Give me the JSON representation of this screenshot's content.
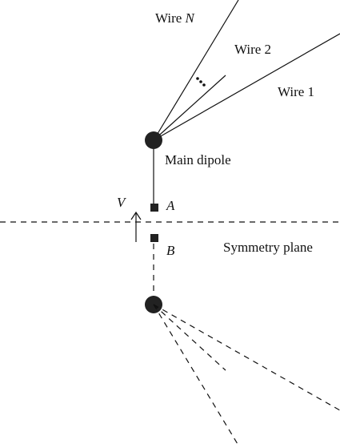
{
  "labels": {
    "wire_n_prefix": "Wire ",
    "wire_n_suffix": "N",
    "wire_2": "Wire 2",
    "wire_1": "Wire 1",
    "main_dipole": "Main dipole",
    "voltage": "V",
    "point_a": "A",
    "point_b": "B",
    "symmetry_plane": "Symmetry plane",
    "ellipsis": "..."
  }
}
